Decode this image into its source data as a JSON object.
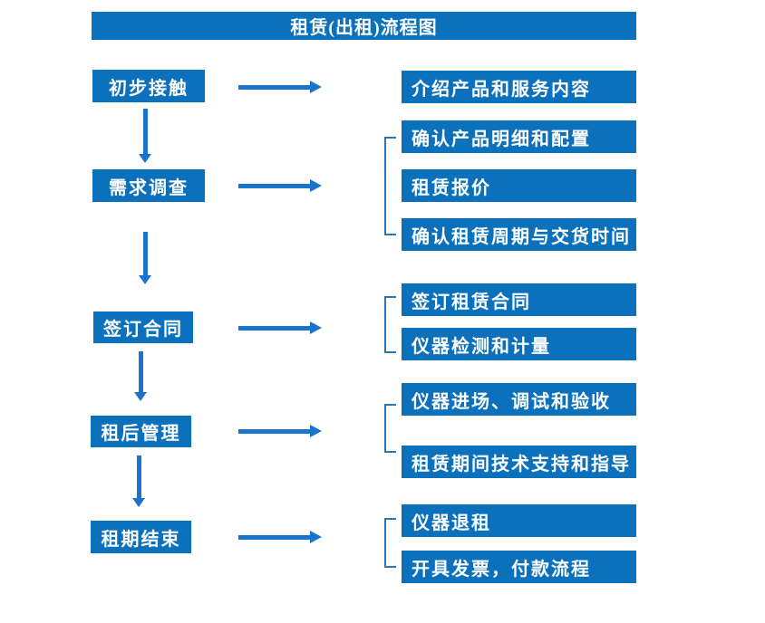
{
  "title": "租赁(出租)流程图",
  "colors": {
    "box_fill": "#0B71BD",
    "arrow": "#1874CC",
    "bracket": "#2E74B5",
    "text": "#FFFFFF",
    "background": "#FFFFFF"
  },
  "steps": [
    {
      "label": "初步接触",
      "details": [
        "介绍产品和服务内容"
      ]
    },
    {
      "label": "需求调查",
      "details": [
        "确认产品明细和配置",
        "租赁报价",
        "确认租赁周期与交货时间"
      ]
    },
    {
      "label": "签订合同",
      "details": [
        "签订租赁合同",
        "仪器检测和计量"
      ]
    },
    {
      "label": "租后管理",
      "details": [
        "仪器进场、调试和验收",
        "租赁期间技术支持和指导"
      ]
    },
    {
      "label": "租期结束",
      "details": [
        "仪器退租",
        "开具发票，付款流程"
      ]
    }
  ]
}
